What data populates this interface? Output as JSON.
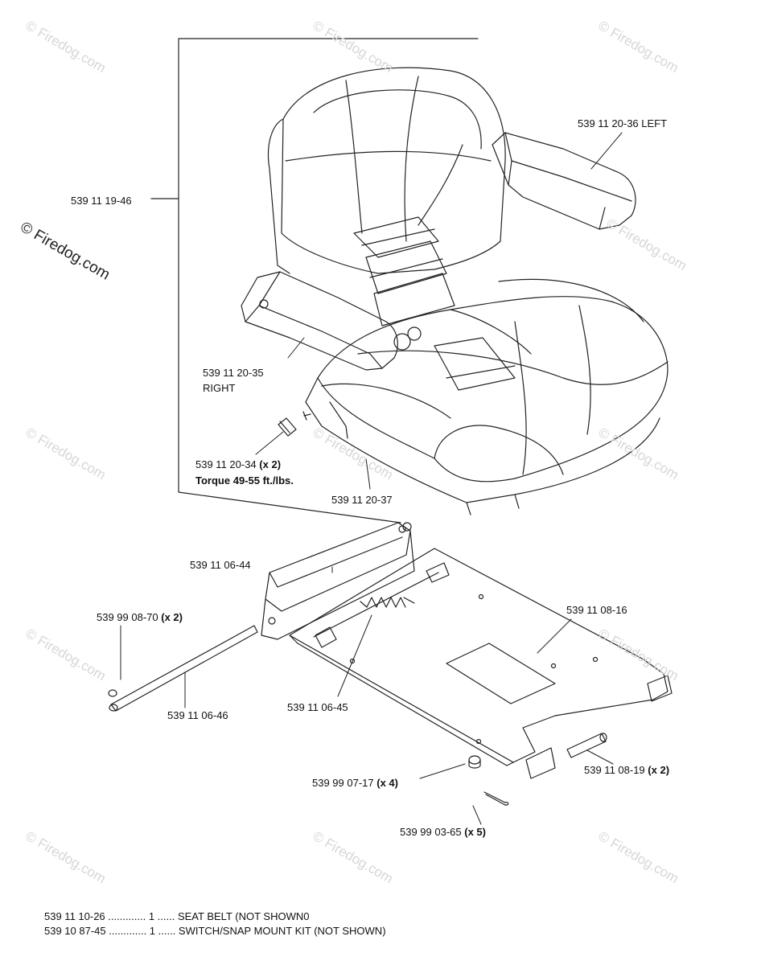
{
  "watermark": "© Firedog.com",
  "callouts": {
    "seat": "539 11 19-46",
    "armrest_left": "539 11 20-36 LEFT",
    "armrest_right_part": "539 11 20-35",
    "armrest_right_side": "RIGHT",
    "bolt_part": "539 11 20-34",
    "bolt_qty": "(x 2)",
    "torque_label": "Torque",
    "torque_value": "49-55 ft./lbs.",
    "seat_bracket": "539 11 20-37",
    "rail": "539 11 06-44",
    "clip_part": "539 99 08-70",
    "clip_qty": "(x 2)",
    "pivot_rod": "539 11 06-46",
    "spring": "539 11 06-45",
    "base_plate": "539 11 08-16",
    "pin_part": "539 11 08-19",
    "pin_qty": "(x 2)",
    "nut_part": "539 99 07-17",
    "nut_qty": "(x 4)",
    "cotter_part": "539 99 03-65",
    "cotter_qty": "(x 5)"
  },
  "notes": [
    "539 11 10-26 ............. 1 ...... SEAT BELT (NOT SHOWN0",
    "539 10 87-45 ............. 1 ...... SWITCH/SNAP MOUNT KIT (NOT SHOWN)"
  ]
}
